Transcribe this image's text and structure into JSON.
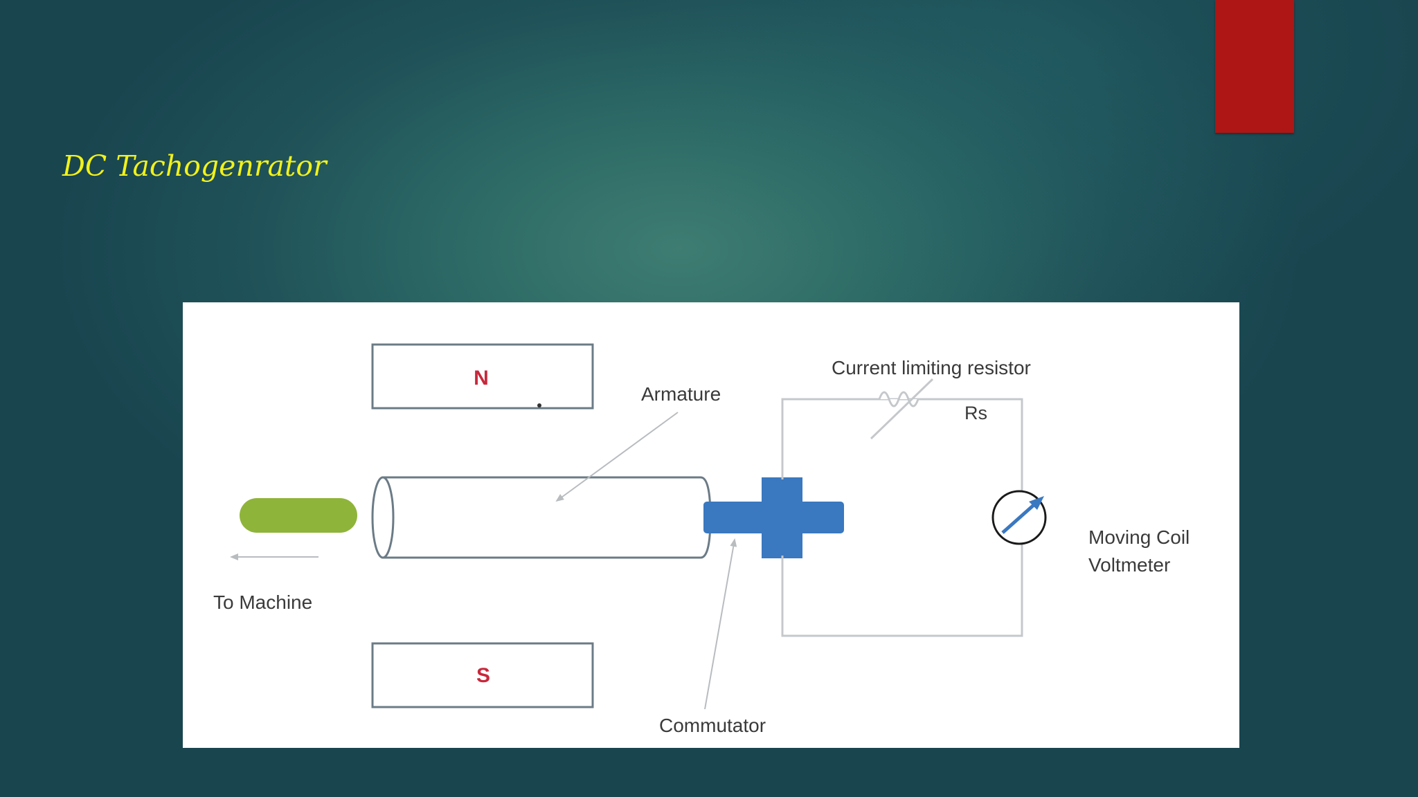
{
  "slide": {
    "title": "DC Tachogenrator",
    "accent_color": "#ad1615",
    "title_color": "#f2f21a"
  },
  "diagram": {
    "magnet_north_label": "N",
    "magnet_south_label": "S",
    "armature_label": "Armature",
    "commutator_label": "Commutator",
    "to_machine_label": "To Machine",
    "resistor_label": "Current limiting resistor",
    "resistor_symbol": "Rs",
    "voltmeter_label_line1": "Moving Coil",
    "voltmeter_label_line2": "Voltmeter",
    "colors": {
      "shaft": "#8fb43a",
      "commutator": "#3a78c0",
      "pole_text": "#c8283c",
      "outline": "#6b7b86"
    }
  }
}
